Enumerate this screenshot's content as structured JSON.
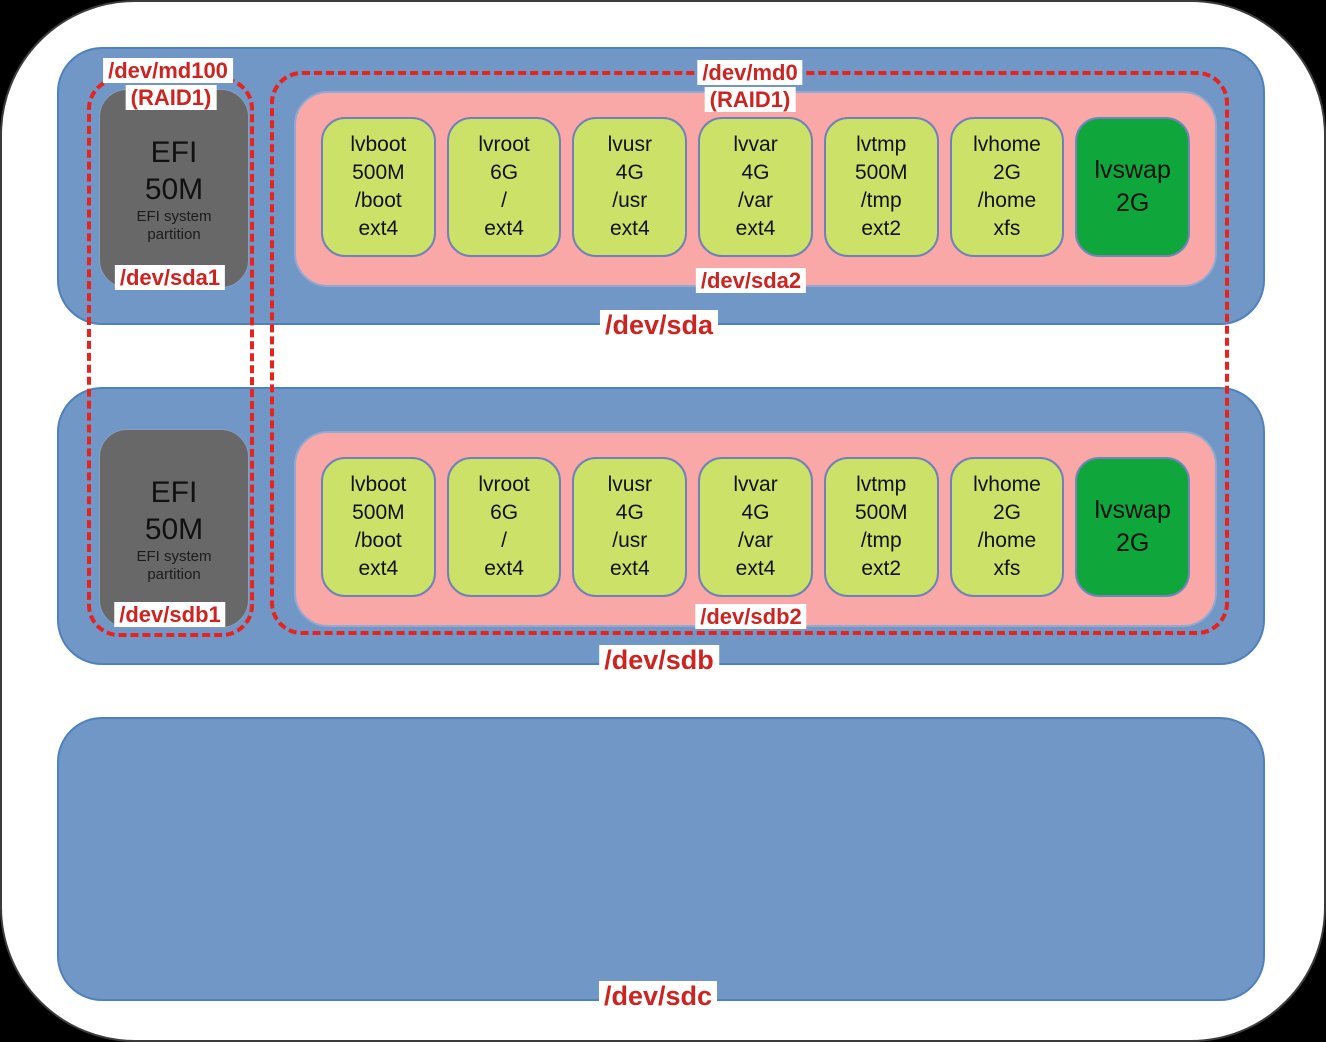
{
  "colors": {
    "background": "#000000",
    "canvas": "#ffffff",
    "disk_fill": "#7097C6",
    "disk_border": "#4F81BD",
    "efi_fill": "#686868",
    "lvm_partition_fill": "#F9A7A7",
    "volume_fill": "#CBE167",
    "volume_border": "#7081B8",
    "swap_fill": "#0FA63C",
    "raid_dash": "#E6231E",
    "label_text": "#CB2421"
  },
  "raid_overlays": {
    "md100": {
      "name": "/dev/md100",
      "level": "(RAID1)"
    },
    "md0": {
      "name": "/dev/md0",
      "level": "(RAID1)"
    }
  },
  "disks": [
    {
      "device": "/dev/sda",
      "efi": {
        "title": "EFI",
        "size": "50M",
        "desc_line1": "EFI system",
        "desc_line2": "partition",
        "label": "/dev/sda1"
      },
      "lvm": {
        "label": "/dev/sda2",
        "volumes": [
          {
            "name": "lvboot",
            "size": "500M",
            "mount": "/boot",
            "fs": "ext4"
          },
          {
            "name": "lvroot",
            "size": "6G",
            "mount": "/",
            "fs": "ext4"
          },
          {
            "name": "lvusr",
            "size": "4G",
            "mount": "/usr",
            "fs": "ext4"
          },
          {
            "name": "lvvar",
            "size": "4G",
            "mount": "/var",
            "fs": "ext4"
          },
          {
            "name": "lvtmp",
            "size": "500M",
            "mount": "/tmp",
            "fs": "ext2"
          },
          {
            "name": "lvhome",
            "size": "2G",
            "mount": "/home",
            "fs": "xfs"
          },
          {
            "name": "lvswap",
            "size": "2G"
          }
        ]
      }
    },
    {
      "device": "/dev/sdb",
      "efi": {
        "title": "EFI",
        "size": "50M",
        "desc_line1": "EFI system",
        "desc_line2": "partition",
        "label": "/dev/sdb1"
      },
      "lvm": {
        "label": "/dev/sdb2",
        "volumes": [
          {
            "name": "lvboot",
            "size": "500M",
            "mount": "/boot",
            "fs": "ext4"
          },
          {
            "name": "lvroot",
            "size": "6G",
            "mount": "/",
            "fs": "ext4"
          },
          {
            "name": "lvusr",
            "size": "4G",
            "mount": "/usr",
            "fs": "ext4"
          },
          {
            "name": "lvvar",
            "size": "4G",
            "mount": "/var",
            "fs": "ext4"
          },
          {
            "name": "lvtmp",
            "size": "500M",
            "mount": "/tmp",
            "fs": "ext2"
          },
          {
            "name": "lvhome",
            "size": "2G",
            "mount": "/home",
            "fs": "xfs"
          },
          {
            "name": "lvswap",
            "size": "2G"
          }
        ]
      }
    },
    {
      "device": "/dev/sdc"
    }
  ]
}
